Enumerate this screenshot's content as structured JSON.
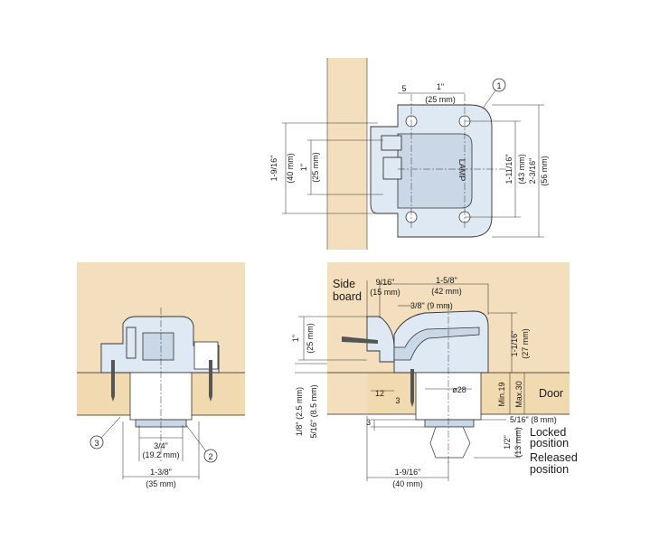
{
  "top_view": {
    "dim_5": "5",
    "dim_1in": "1\"",
    "dim_25mm": "(25 mm)",
    "callout_1": "1",
    "dim_1_9_16": "1-9/16\"",
    "dim_40mm": "(40 mm)",
    "dim_1in_b": "1\"",
    "dim_25mm_b": "(25 mm)",
    "dim_1_11_16": "1-11/16\"",
    "dim_43mm": "(43 mm)",
    "dim_2_3_16": "2-3/16\"",
    "dim_56mm": "(56 mm)",
    "brand": "LAMP"
  },
  "front_view": {
    "dim_3_4": "3/4\"",
    "dim_19_2mm": "(19.2 mm)",
    "dim_1_3_8": "1-3/8\"",
    "dim_35mm": "(35 mm)",
    "callout_3": "3",
    "callout_2": "2"
  },
  "side_view": {
    "side_board_1": "Side",
    "side_board_2": "board",
    "dim_9_16": "9/16\"",
    "dim_15mm": "(15 mm)",
    "dim_1_5_8": "1-5/8\"",
    "dim_42mm": "(42 mm)",
    "dim_3_8": "3/8\" (9 mm)",
    "dim_1in": "1\"",
    "dim_25mm": "(25 mm)",
    "dim_1_1_16": "1-1/16\"",
    "dim_27mm": "(27 mm)",
    "dim_12": "12",
    "dim_3": "3",
    "dim_dia28": "ø28",
    "min19": "Min.19",
    "max30": "Max.30",
    "door": "Door",
    "dim_1_8": "1/8\" (2.5 mm)",
    "dim_5_16": "5/16\" (8.5 mm)",
    "dim_5_16_8mm": "5/16\" (8 mm)",
    "dim_3b": "3",
    "locked_1": "Locked",
    "locked_2": "position",
    "dim_1_2": "1/2\"",
    "dim_13mm": "(13 mm)",
    "released_1": "Released",
    "released_2": "position",
    "dim_1_9_16": "1-9/16\"",
    "dim_40mm": "(40 mm)"
  }
}
